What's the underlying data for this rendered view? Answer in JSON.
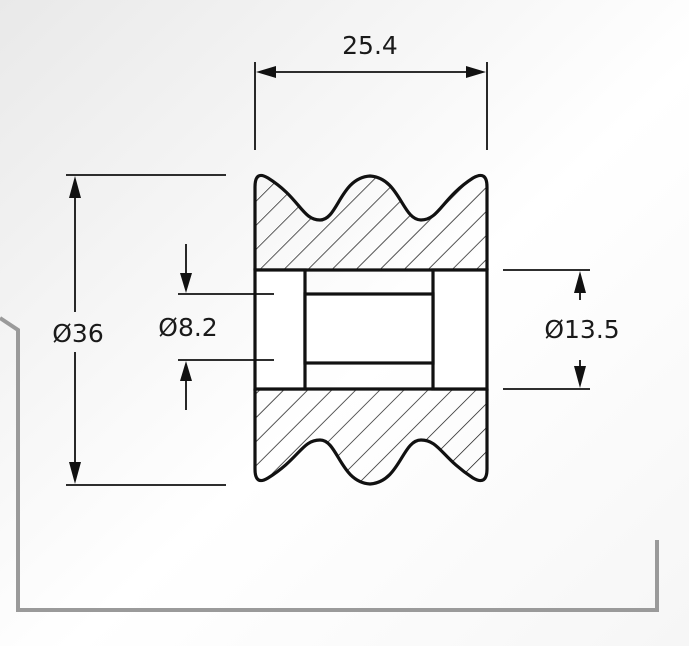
{
  "drawing": {
    "dimensions": {
      "width": "25.4",
      "outer_diameter": "Ø36",
      "bore_diameter": "Ø8.2",
      "counterbore_diameter": "Ø13.5"
    }
  },
  "colors": {
    "background": "#f4f4f4",
    "stroke": "#111111",
    "frame": "#9a9a9a"
  }
}
